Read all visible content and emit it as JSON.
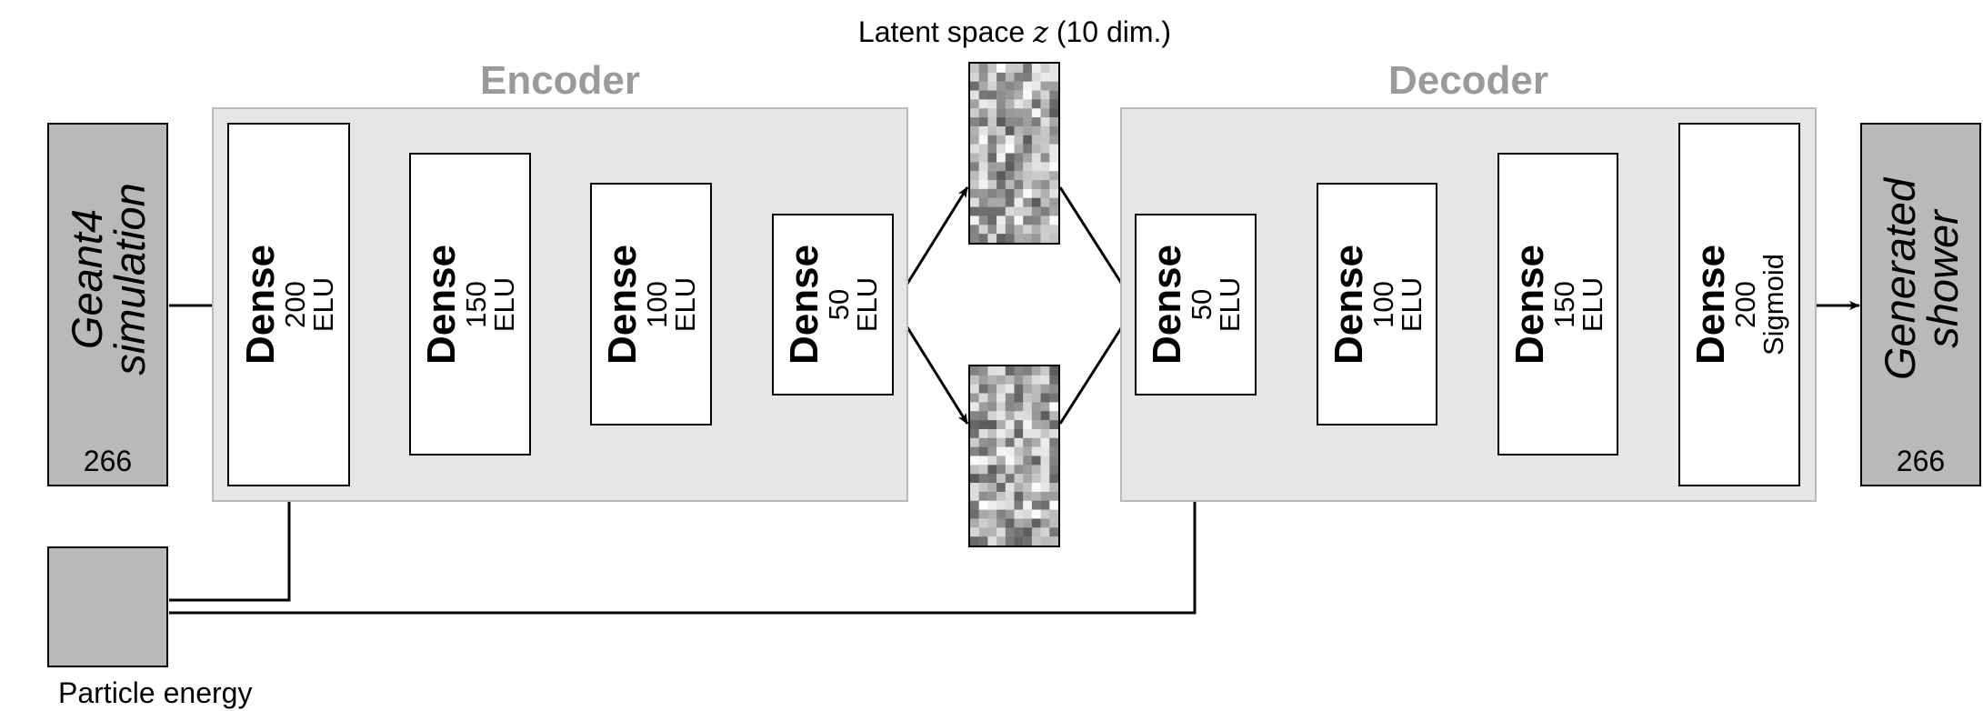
{
  "latent_caption": {
    "prefix": "Latent space ",
    "variable": "z",
    "suffix": " (10 dim.)"
  },
  "encoder": {
    "title": "Encoder",
    "layers": [
      {
        "type": "Dense",
        "units": "200",
        "activation": "ELU"
      },
      {
        "type": "Dense",
        "units": "150",
        "activation": "ELU"
      },
      {
        "type": "Dense",
        "units": "100",
        "activation": "ELU"
      },
      {
        "type": "Dense",
        "units": "50",
        "activation": "ELU"
      }
    ]
  },
  "decoder": {
    "title": "Decoder",
    "layers": [
      {
        "type": "Dense",
        "units": "50",
        "activation": "ELU"
      },
      {
        "type": "Dense",
        "units": "100",
        "activation": "ELU"
      },
      {
        "type": "Dense",
        "units": "150",
        "activation": "ELU"
      },
      {
        "type": "Dense",
        "units": "200",
        "activation": "Sigmoid"
      }
    ]
  },
  "input": {
    "label_line1": "Geant4",
    "label_line2": "simulation",
    "size": "266"
  },
  "output": {
    "label_line1": "Generated",
    "label_line2": "shower",
    "size": "266"
  },
  "conditioning": {
    "label": "Particle energy"
  },
  "colors": {
    "panel": "#e6e6e6",
    "panel_border": "#b9b9b9",
    "io_fill": "#b9b9b9",
    "title": "#9a9a9a"
  }
}
